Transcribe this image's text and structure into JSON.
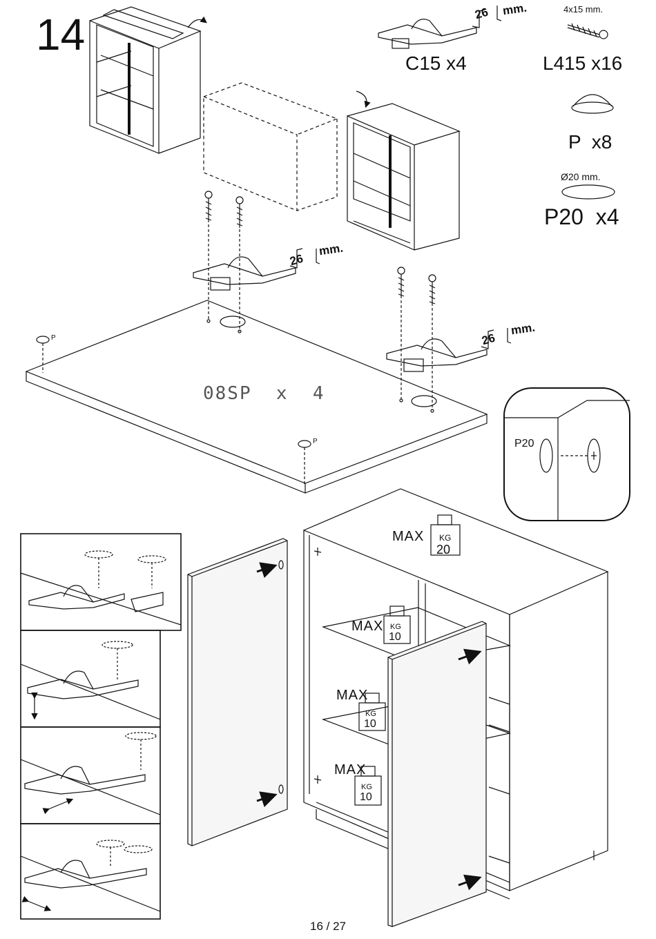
{
  "step": {
    "number": "14"
  },
  "parts": {
    "hinge": {
      "label": "C15 x4",
      "dimension": "26",
      "unit": "mm."
    },
    "screw": {
      "label": "L415 x16",
      "size": "4x15 mm."
    },
    "bumper": {
      "label": "P  x8"
    },
    "pad": {
      "label": "P20  x4",
      "diameter": "Ø20 mm."
    }
  },
  "panel": {
    "label": "08SP  x  4",
    "bumper_marker": "P"
  },
  "hinge_callouts": [
    {
      "dimension": "26",
      "unit": "mm."
    },
    {
      "dimension": "26",
      "unit": "mm."
    }
  ],
  "detail": {
    "pad_label": "P20"
  },
  "load_limits": [
    {
      "max": "MAX",
      "unit": "KG",
      "value": "20"
    },
    {
      "max": "MAX",
      "unit": "KG",
      "value": "10"
    },
    {
      "max": "MAX",
      "unit": "KG",
      "value": "10"
    },
    {
      "max": "MAX",
      "unit": "KG",
      "value": "10"
    }
  ],
  "footer": {
    "page": "16 / 27"
  },
  "colors": {
    "line": "#111111",
    "background": "#ffffff",
    "door": "#444444"
  }
}
